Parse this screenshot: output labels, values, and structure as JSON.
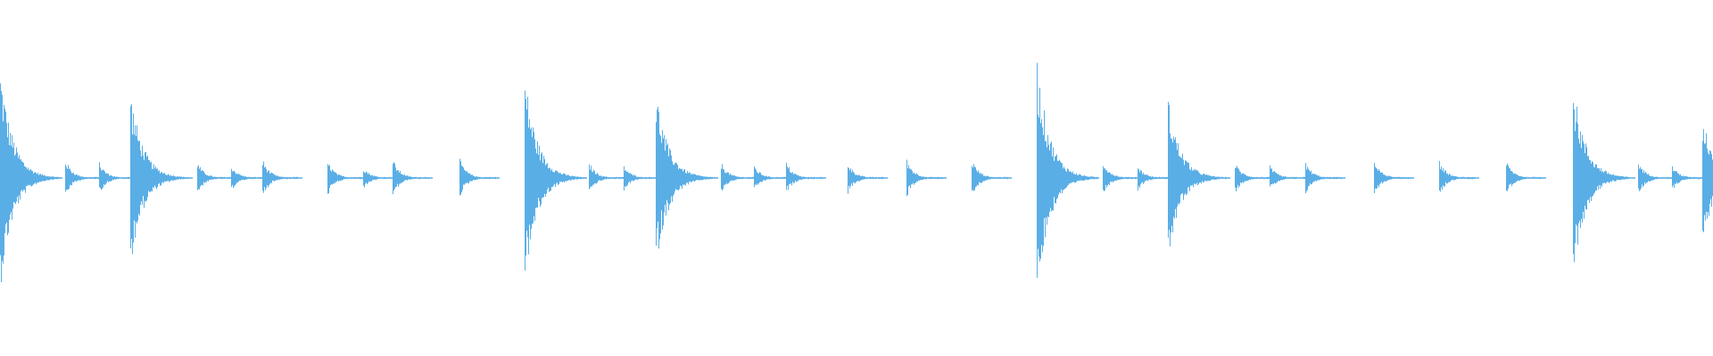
{
  "waveform": {
    "color": "#5aaee6",
    "background": "#ffffff",
    "transients": [
      {
        "time": 0.0,
        "amp": 0.7
      },
      {
        "time": 0.038,
        "amp": 0.12
      },
      {
        "time": 0.058,
        "amp": 0.1
      },
      {
        "time": 0.076,
        "amp": 0.55
      },
      {
        "time": 0.115,
        "amp": 0.1
      },
      {
        "time": 0.135,
        "amp": 0.08
      },
      {
        "time": 0.153,
        "amp": 0.12
      },
      {
        "time": 0.191,
        "amp": 0.11
      },
      {
        "time": 0.212,
        "amp": 0.07
      },
      {
        "time": 0.229,
        "amp": 0.12
      },
      {
        "time": 0.268,
        "amp": 0.12
      },
      {
        "time": 0.306,
        "amp": 0.65
      },
      {
        "time": 0.344,
        "amp": 0.1
      },
      {
        "time": 0.364,
        "amp": 0.08
      },
      {
        "time": 0.383,
        "amp": 0.55
      },
      {
        "time": 0.421,
        "amp": 0.1
      },
      {
        "time": 0.44,
        "amp": 0.08
      },
      {
        "time": 0.459,
        "amp": 0.1
      },
      {
        "time": 0.495,
        "amp": 0.1
      },
      {
        "time": 0.529,
        "amp": 0.12
      },
      {
        "time": 0.567,
        "amp": 0.12
      },
      {
        "time": 0.605,
        "amp": 0.75
      },
      {
        "time": 0.644,
        "amp": 0.11
      },
      {
        "time": 0.664,
        "amp": 0.08
      },
      {
        "time": 0.682,
        "amp": 0.5
      },
      {
        "time": 0.721,
        "amp": 0.1
      },
      {
        "time": 0.741,
        "amp": 0.08
      },
      {
        "time": 0.762,
        "amp": 0.1
      },
      {
        "time": 0.802,
        "amp": 0.11
      },
      {
        "time": 0.84,
        "amp": 0.11
      },
      {
        "time": 0.879,
        "amp": 0.11
      },
      {
        "time": 0.918,
        "amp": 0.6
      },
      {
        "time": 0.956,
        "amp": 0.11
      },
      {
        "time": 0.976,
        "amp": 0.08
      },
      {
        "time": 0.994,
        "amp": 0.4
      }
    ]
  }
}
